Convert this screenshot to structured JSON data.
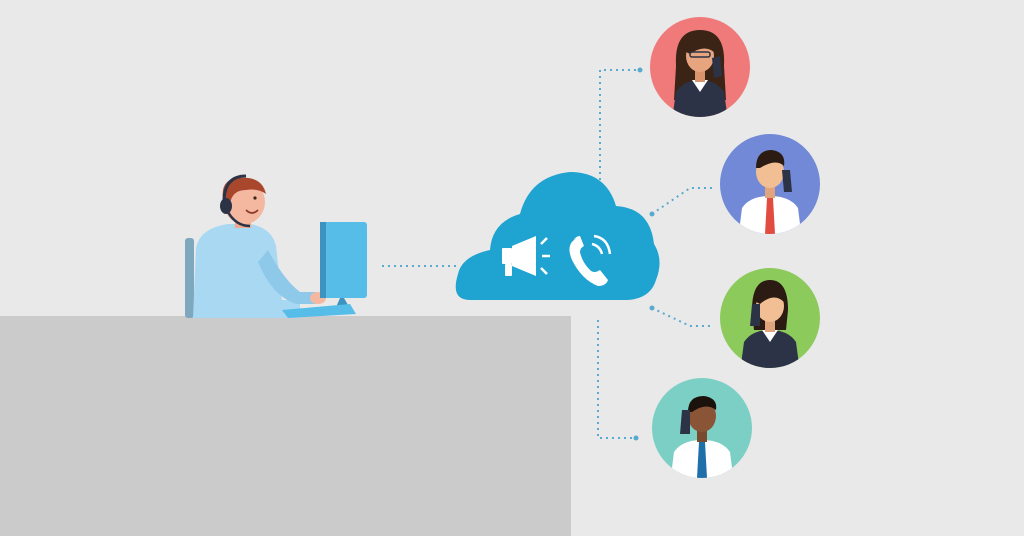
{
  "scene": {
    "background": "#e9e9e9",
    "desk_color": "#cbcbcb",
    "cloud_color": "#1fa3d1",
    "connector_color": "#5aa9cf",
    "agent": {
      "role": "call-center-agent",
      "shirt": "#a9d8f2",
      "monitor": "#56bde9"
    },
    "cloud_icons": [
      "megaphone-icon",
      "phone-icon"
    ],
    "customers": [
      {
        "id": "customer-1",
        "bg": "#f07a7a",
        "skin": "#e7a57f",
        "hair": "#3b2416",
        "outfit": "#2c3347",
        "gender": "female"
      },
      {
        "id": "customer-2",
        "bg": "#7189d6",
        "skin": "#f2bf95",
        "hair": "#2b1b12",
        "outfit": "#ffffff",
        "tie": "#e24b3f",
        "gender": "male"
      },
      {
        "id": "customer-3",
        "bg": "#8dca5c",
        "skin": "#f2bf95",
        "hair": "#2b1b12",
        "outfit": "#2c3347",
        "gender": "female"
      },
      {
        "id": "customer-4",
        "bg": "#7ccfc4",
        "skin": "#8a5536",
        "hair": "#1b120c",
        "outfit": "#ffffff",
        "tie": "#1f6fa8",
        "gender": "male"
      }
    ]
  }
}
